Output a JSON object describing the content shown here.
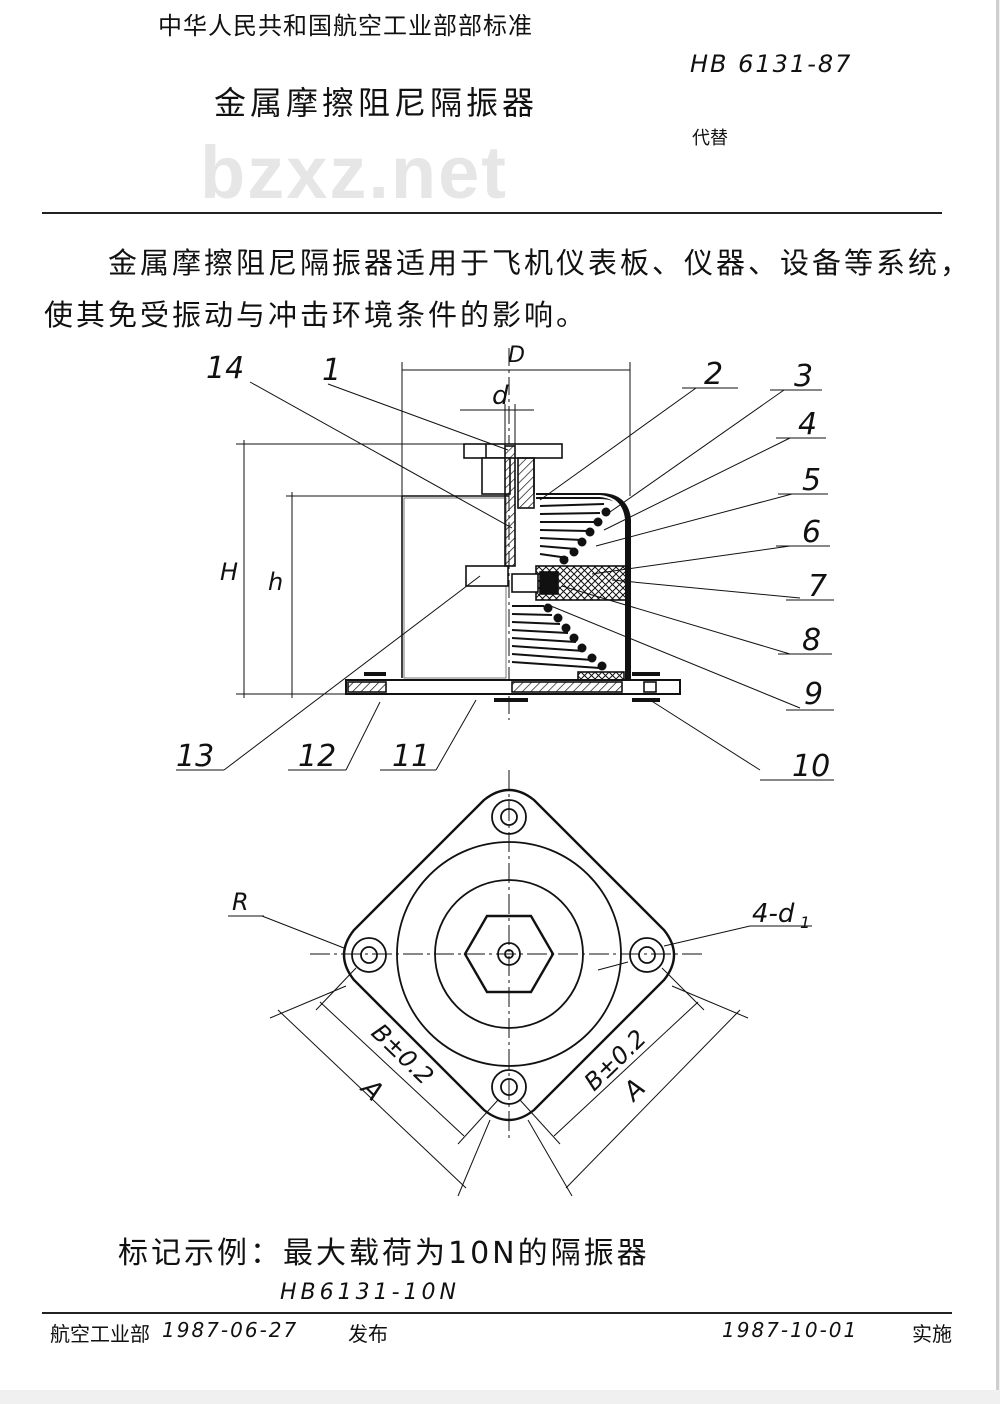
{
  "header": {
    "organization": "中华人民共和国航空工业部部标准",
    "title": "金属摩擦阻尼隔振器",
    "standard_number": "HB 6131-87",
    "replaces": "代替",
    "watermark": "bzxz.net"
  },
  "intro": {
    "line1": "金属摩擦阻尼隔振器适用于飞机仪表板、仪器、设备等系统，",
    "line2": "使其免受振动与冲击环境条件的影响。"
  },
  "section_drawing": {
    "dim_outer_diameter": "D",
    "dim_inner_diameter": "d",
    "dim_total_height": "H",
    "dim_height": "h",
    "part_numbers": [
      "1",
      "2",
      "3",
      "4",
      "5",
      "6",
      "7",
      "8",
      "9",
      "10",
      "11",
      "12",
      "13",
      "14"
    ]
  },
  "plan_drawing": {
    "radius_label": "R",
    "hole_label": "4-d",
    "hole_subscript": "1",
    "dim_bolt_spacing_left": "B±0.2",
    "dim_bolt_spacing_right": "B±0.2",
    "dim_width_left": "A",
    "dim_width_right": "A"
  },
  "marking_example": {
    "text": "标记示例：最大载荷为10N的隔振器",
    "code": "HB6131-10N"
  },
  "footer": {
    "issuer": "航空工业部",
    "issue_date": "1987-06-27",
    "issue_label": "发布",
    "effective_date": "1987-10-01",
    "effective_label": "实施"
  }
}
